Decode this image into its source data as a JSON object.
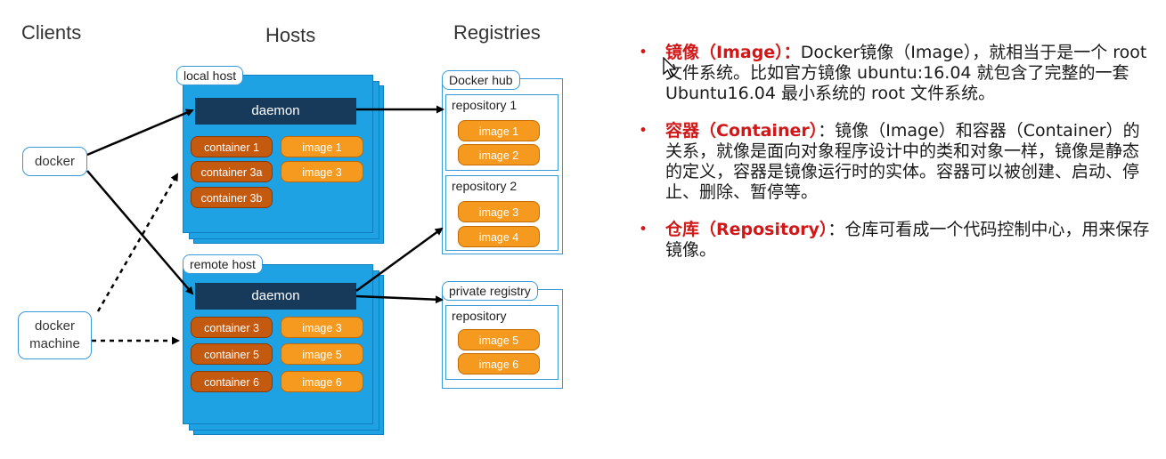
{
  "columns": {
    "clients": "Clients",
    "hosts": "Hosts",
    "registries": "Registries"
  },
  "clients": {
    "docker": "docker",
    "docker_machine_line1": "docker",
    "docker_machine_line2": "machine"
  },
  "local_host": {
    "label": "local host",
    "daemon": "daemon",
    "containers": [
      "container 1",
      "container 3a",
      "container 3b"
    ],
    "images": [
      "image 1",
      "image 3"
    ]
  },
  "remote_host": {
    "label": "remote host",
    "daemon": "daemon",
    "containers": [
      "container 3",
      "container 5",
      "container 6"
    ],
    "images": [
      "image 3",
      "image 5",
      "image 6"
    ]
  },
  "docker_hub": {
    "label": "Docker hub",
    "repos": [
      {
        "label": "repository 1",
        "images": [
          "image 1",
          "image 2"
        ]
      },
      {
        "label": "repository 2",
        "images": [
          "image 3",
          "image 4"
        ]
      }
    ]
  },
  "private_registry": {
    "label": "private registry",
    "repo": {
      "label": "repository",
      "images": [
        "image 5",
        "image 6"
      ]
    }
  },
  "bullets": [
    {
      "dot": "•",
      "term": "镜像（Image）：",
      "text": "Docker镜像（Image），就相当于是一个 root 文件系统。比如官方镜像 ubuntu:16.04 就包含了完整的一套 Ubuntu16.04 最小系统的 root 文件系统。"
    },
    {
      "dot": "•",
      "term": "容器（Container）",
      "text": "：镜像（Image）和容器（Container）的关系，就像是面向对象程序设计中的类和对象一样，镜像是静态的定义，容器是镜像运行时的实体。容器可以被创建、启动、停止、删除、暂停等。"
    },
    {
      "dot": "•",
      "term": "仓库（Repository）",
      "text": "：仓库可看成一个代码控制中心，用来保存镜像。"
    }
  ],
  "colors": {
    "host_blue": "#1ea2e4",
    "daemon": "#173a5a",
    "container": "#c45a10",
    "image": "#f59a1e",
    "term_red": "#d01818"
  }
}
